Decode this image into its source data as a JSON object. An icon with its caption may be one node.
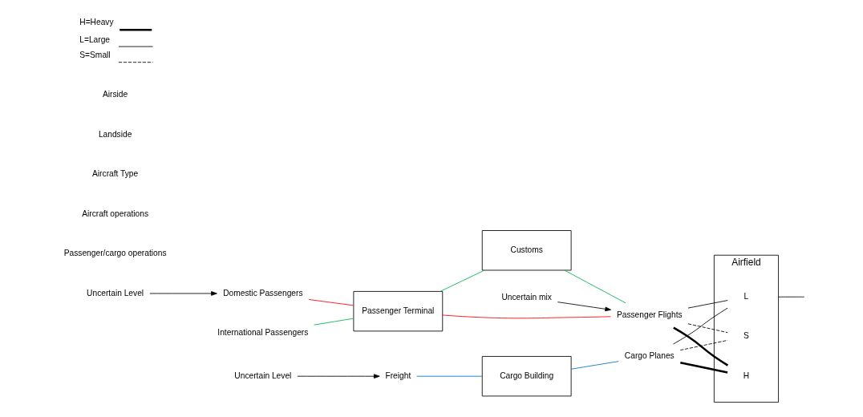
{
  "diagram": {
    "nodes": [
      {
        "text": [
          "Uncertain Level"
        ]
      },
      {
        "text": [
          "Uncertain mix"
        ]
      },
      {
        "text": [
          "Domestic Passengers"
        ]
      },
      {
        "text": [
          "Passenger Terminal"
        ]
      },
      {
        "text": [
          "International Passengers"
        ]
      },
      {
        "text": [
          "Passenger Flights"
        ]
      },
      {
        "text": [
          "Uncertain Level"
        ]
      },
      {
        "text": [
          "Customs"
        ]
      },
      {
        "text": [
          "Airfield"
        ]
      },
      {
        "text": [
          "H"
        ],
        "in": 8
      },
      {
        "text": [
          "L"
        ],
        "in": 8
      },
      {
        "text": [
          "S"
        ],
        "in": 8
      },
      {
        "text": [
          "Cargo Planes"
        ]
      },
      {
        "text": [
          "Freight"
        ]
      },
      {
        "text": [
          "Cargo Building"
        ]
      }
    ],
    "edges": [
      {
        "from": 0,
        "to": 2,
        "arrow": "to"
      },
      {
        "from": 2,
        "to": 3,
        "arrow": "none",
        "color": "#ff0000"
      },
      {
        "from": 4,
        "to": 3,
        "arrow": "none",
        "color": "#00b050"
      },
      {
        "from": 3,
        "to": 5,
        "arrow": "none",
        "color": "#ff0000"
      },
      {
        "from": 3,
        "to": 7,
        "arrow": "none",
        "color": "#00b050"
      },
      {
        "from": 7,
        "to": 5,
        "arrow": "none",
        "color": "#00b050"
      },
      {
        "from": 1,
        "to": 5,
        "arrow": "to"
      },
      {
        "from": 6,
        "to": 13,
        "arrow": "to"
      },
      {
        "from": 13,
        "to": 14,
        "arrow": "none",
        "color": "#0070c0"
      },
      {
        "from": 14,
        "to": 12,
        "arrow": "none",
        "color": "#0070c0"
      },
      {
        "from": 5,
        "to": 9,
        "arrow": "none",
        "style": "thick"
      },
      {
        "from": 5,
        "to": 10,
        "arrow": "none"
      },
      {
        "from": 5,
        "to": 11,
        "arrow": "none",
        "style": "dashed"
      },
      {
        "from": 12,
        "to": 9,
        "arrow": "none",
        "style": "thick"
      },
      {
        "from": 12,
        "to": 10,
        "arrow": "none"
      },
      {
        "from": 12,
        "to": 11,
        "arrow": "none",
        "style": "dashed"
      },
      {
        "from": 8,
        "to": null,
        "arrow": "none"
      }
    ],
    "labels": [
      "Passenger/cargo operations",
      "Aircraft operations",
      "Aircraft Type",
      "Landside",
      "Airside"
    ],
    "legend": [
      {
        "text": "H=Heavy"
      },
      {
        "text": "L=Large"
      },
      {
        "text": "S=Small"
      }
    ]
  }
}
